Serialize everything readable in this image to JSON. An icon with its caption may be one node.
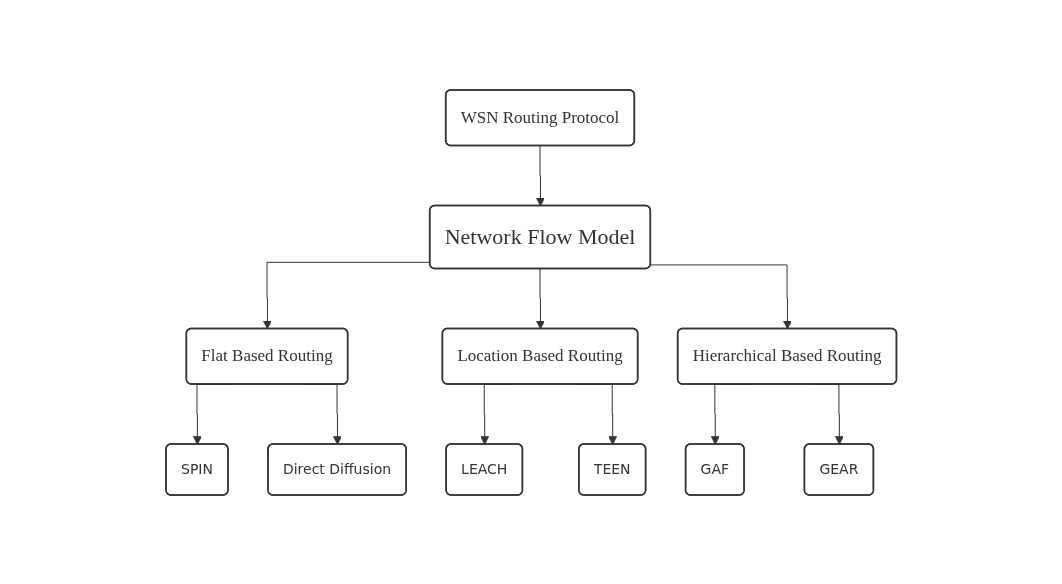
{
  "diagram": {
    "nodes": [
      {
        "text": [
          "WSN Routing Protocol"
        ]
      },
      {
        "text": [
          "Network Flow Model"
        ]
      },
      {
        "text": [
          "Flat Based Routing"
        ]
      },
      {
        "text": [
          "Location Based Routing"
        ]
      },
      {
        "text": [
          "Hierarchical Based Routing"
        ]
      },
      {
        "text": [
          "SPIN"
        ]
      },
      {
        "text": [
          "Direct Diffusion"
        ]
      },
      {
        "text": [
          "LEACH"
        ]
      },
      {
        "text": [
          "TEEN"
        ]
      },
      {
        "text": [
          "GAF"
        ]
      },
      {
        "text": [
          "GEAR"
        ]
      }
    ],
    "edges": [
      {
        "from": 0,
        "to": 1,
        "arrow": "to"
      },
      {
        "from": 1,
        "to": 2,
        "arrow": "to"
      },
      {
        "from": 1,
        "to": 3,
        "arrow": "to"
      },
      {
        "from": 1,
        "to": 4,
        "arrow": "to"
      },
      {
        "from": 2,
        "to": 5,
        "arrow": "to"
      },
      {
        "from": 2,
        "to": 6,
        "arrow": "to"
      },
      {
        "from": 3,
        "to": 7,
        "arrow": "to"
      },
      {
        "from": 3,
        "to": 8,
        "arrow": "to"
      },
      {
        "from": 4,
        "to": 9,
        "arrow": "to"
      },
      {
        "from": 4,
        "to": 10,
        "arrow": "to"
      }
    ]
  }
}
